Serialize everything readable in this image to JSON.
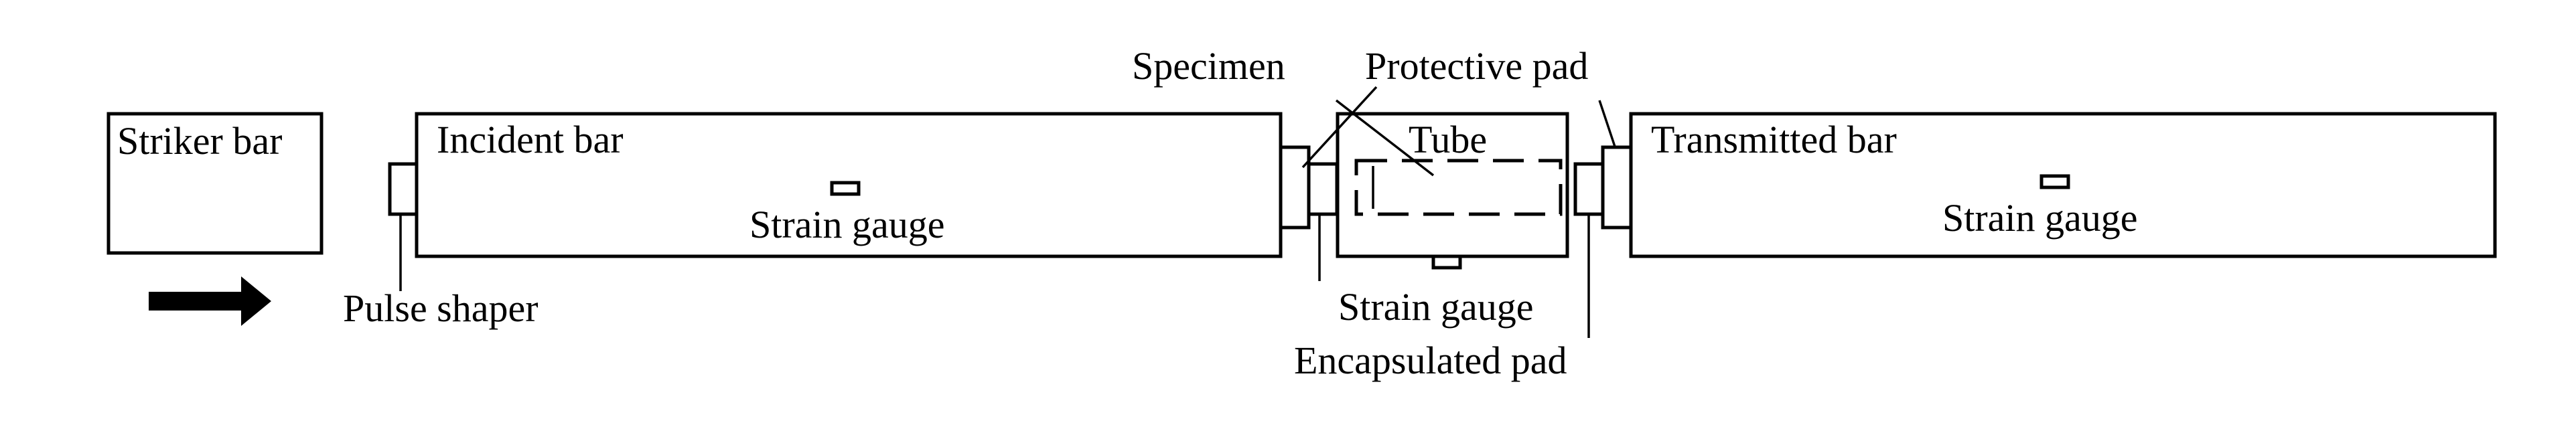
{
  "labels": {
    "striker_bar": "Striker bar",
    "incident_bar": "Incident bar",
    "transmitted_bar": "Transmitted bar",
    "tube": "Tube",
    "specimen": "Specimen",
    "protective_pad": "Protective pad",
    "pulse_shaper": "Pulse shaper",
    "encapsulated_pad": "Encapsulated pad",
    "strain_gauge_incident": "Strain gauge",
    "strain_gauge_tube": "Strain gauge",
    "strain_gauge_transmitted": "Strain gauge"
  },
  "colors": {
    "stroke": "#000000",
    "background": "#ffffff"
  },
  "icons": {
    "direction_arrow": "right-arrow-icon"
  }
}
